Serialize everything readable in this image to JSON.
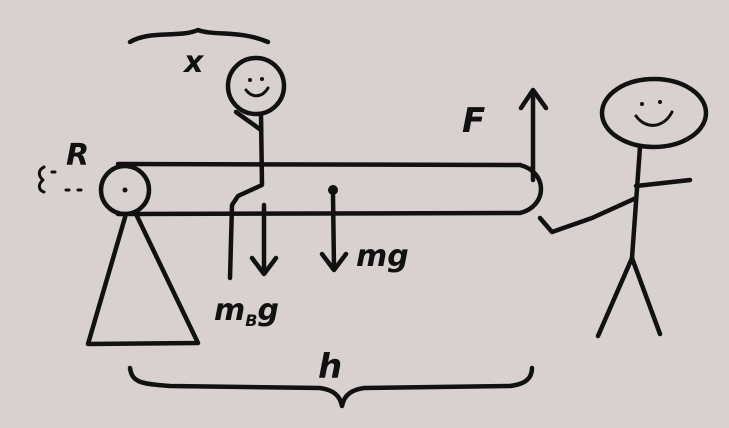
{
  "labels": {
    "radius": "R",
    "distance_x": "x",
    "force": "F",
    "plank_weight": "mg",
    "person_weight": "m",
    "person_weight_sub": "B",
    "person_weight_g": "g",
    "length": "h"
  },
  "colors": {
    "paper": "#d9d1d0",
    "ink": "#111111"
  }
}
